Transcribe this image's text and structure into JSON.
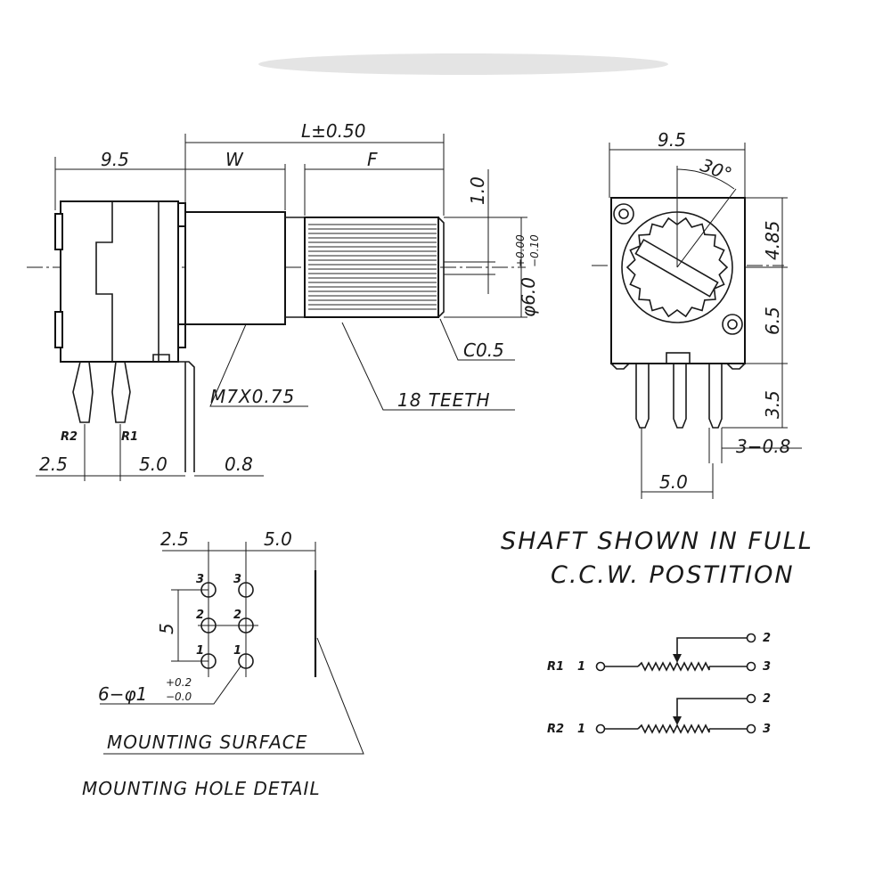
{
  "side_view": {
    "dim_body_width": "9.5",
    "dim_length": "L±0.50",
    "dim_w": "W",
    "dim_f": "F",
    "dim_flat": "1.0",
    "dim_shaft_dia": "φ6.0",
    "dim_shaft_tol_upper": "+0.00",
    "dim_shaft_tol_lower": "−0.10",
    "label_chamfer": "C0.5",
    "label_thread": "M7X0.75",
    "label_teeth": "18 TEETH",
    "pin_r2": "R2",
    "pin_r1": "R1",
    "dim_pin_left": "2.5",
    "dim_pin_spacing": "5.0",
    "dim_bracket": "0.8"
  },
  "front_view": {
    "dim_width": "9.5",
    "dim_angle": "30°",
    "dim_upper": "4.85",
    "dim_mid": "6.5",
    "dim_pin_len": "3.5",
    "dim_pin_thk": "3−0.8",
    "dim_pin_spacing": "5.0"
  },
  "caption": {
    "line1": "SHAFT SHOWN IN FULL",
    "line2": "C.C.W. POSTITION"
  },
  "hole_detail": {
    "dim_left": "2.5",
    "dim_right": "5.0",
    "dim_vertical": "5",
    "hole_numbers": [
      "3",
      "3",
      "2",
      "2",
      "1",
      "1"
    ],
    "hole_spec": "6−φ1",
    "hole_tol_upper": "+0.2",
    "hole_tol_lower": "−0.0",
    "label_mounting_surface": "MOUNTING SURFACE",
    "label_title": "MOUNTING HOLE DETAIL"
  },
  "schematic": {
    "r1_label": "R1",
    "r2_label": "R2",
    "terminal_1": "1",
    "terminal_2": "2",
    "terminal_3": "3"
  }
}
